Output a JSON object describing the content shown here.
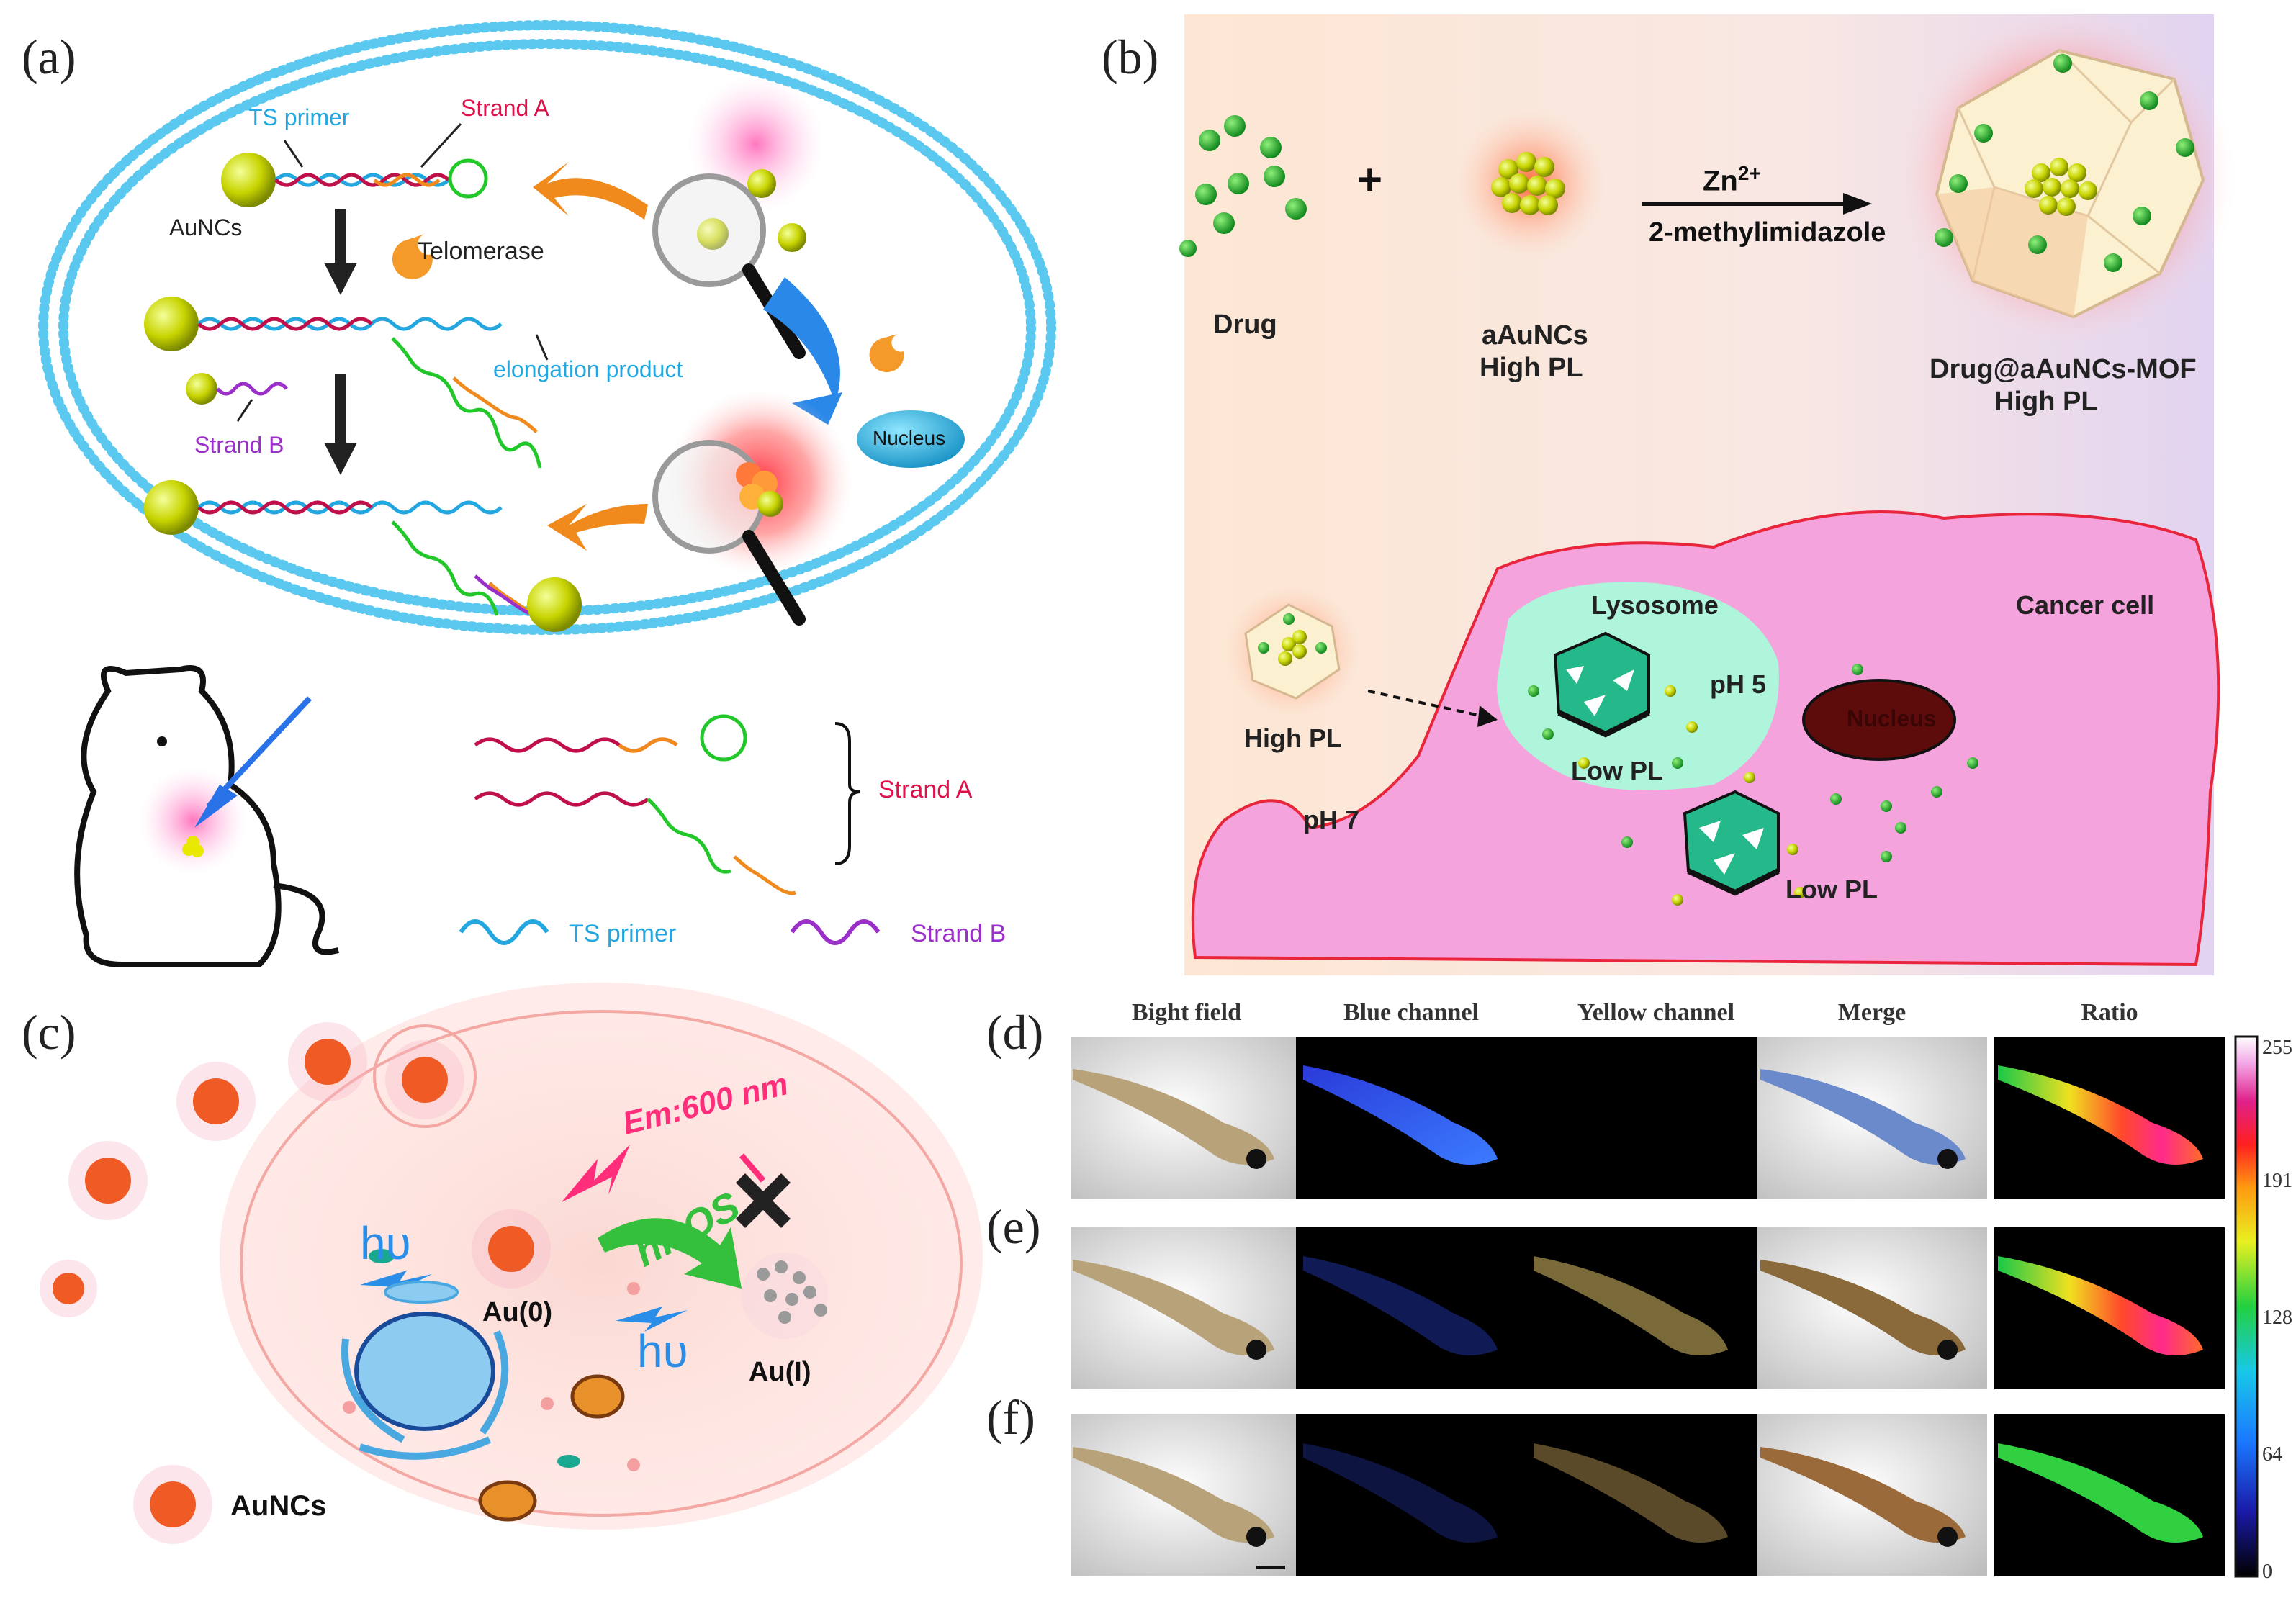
{
  "panels": {
    "a": {
      "label": "(a)",
      "ts_primer_top": "TS primer",
      "strand_a_top": "Strand A",
      "aunc": "AuNCs",
      "telomerase": "Telomerase",
      "elongation": "elongation product",
      "strand_b": "Strand B",
      "nucleus": "Nucleus",
      "legend_strand_a": "Strand A",
      "legend_ts_primer": "TS primer",
      "legend_strand_b": "Strand B"
    },
    "b": {
      "label": "(b)",
      "drug": "Drug",
      "plus": "+",
      "aauncs_1": "aAuNCs",
      "aauncs_2": "High PL",
      "zn": "Zn",
      "zn_sup": "2+",
      "methyl": "2-methylimidazole",
      "mof_1": "Drug@aAuNCs-MOF",
      "mof_2": "High PL",
      "lysosome": "Lysosome",
      "cancer_cell": "Cancer cell",
      "high_pl": "High PL",
      "ph5": "pH 5",
      "low_pl_1": "Low PL",
      "nucleus": "Nucleus",
      "ph7": "pH 7",
      "low_pl_2": "Low PL"
    },
    "c": {
      "label": "(c)",
      "em": "Em:600 nm",
      "hv1": "hυ",
      "au0": "Au(0)",
      "hros": "hROS",
      "hv2": "hυ",
      "au1": "Au(I)",
      "auncs": "AuNCs"
    },
    "def": {
      "labels": [
        "(d)",
        "(e)",
        "(f)"
      ],
      "columns": [
        "Bight field",
        "Blue channel",
        "Yellow channel",
        "Merge",
        "Ratio"
      ],
      "colorbar_ticks": [
        "255",
        "191",
        "128",
        "64",
        "0"
      ]
    }
  },
  "colors": {
    "membrane": "#5bc8ef",
    "strand_a": "#c0104a",
    "ts_primer": "#22a7e0",
    "strand_b": "#9b2fc9",
    "arrow_orange": "#f08a1c",
    "gold": "#c8d400",
    "cancer_cell": "#f5a3dd",
    "drug_green": "#1fa830"
  }
}
